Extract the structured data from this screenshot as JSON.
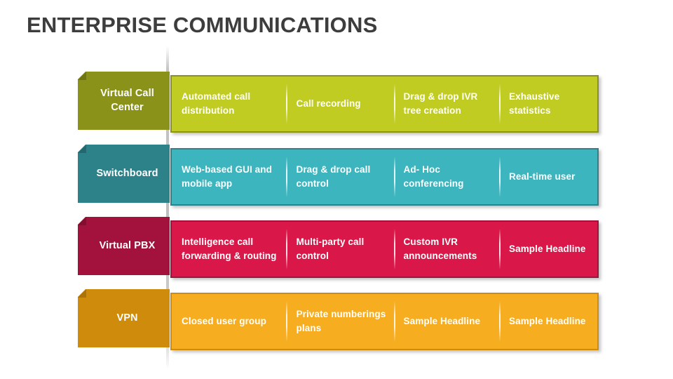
{
  "title": "ENTERPRISE COMMUNICATIONS",
  "theme": {
    "background": "#ffffff",
    "title_color": "#3d3d3d",
    "text_color": "#ffffff",
    "spine_color": "#969696"
  },
  "rows": [
    {
      "label": "Virtual Call Center",
      "tab_color": "#8a9219",
      "tab_fold_color": "#6f7514",
      "bar_color": "#c0cc22",
      "bar_border_color": "#8a9219",
      "items": [
        "Automated call distribution",
        "Call recording",
        "Drag & drop IVR tree creation",
        "Exhaustive statistics"
      ]
    },
    {
      "label": "Switchboard",
      "tab_color": "#2d8189",
      "tab_fold_color": "#23686f",
      "bar_color": "#3cb5bf",
      "bar_border_color": "#2d8189",
      "items": [
        "Web-based GUI and mobile app",
        "Drag & drop call control",
        "Ad- Hoc conferencing",
        "Real-time user"
      ]
    },
    {
      "label": "Virtual PBX",
      "tab_color": "#a2123c",
      "tab_fold_color": "#840d30",
      "bar_color": "#d91849",
      "bar_border_color": "#a2123c",
      "items": [
        "Intelligence call forwarding & routing",
        "Multi-party call control",
        "Custom IVR announcements",
        "Sample Headline"
      ]
    },
    {
      "label": "VPN",
      "tab_color": "#cf8c0c",
      "tab_fold_color": "#ab7309",
      "bar_color": "#f6ad20",
      "bar_border_color": "#cf8c0c",
      "items": [
        "Closed user group",
        "Private numberings plans",
        "Sample Headline",
        "Sample Headline"
      ]
    }
  ]
}
